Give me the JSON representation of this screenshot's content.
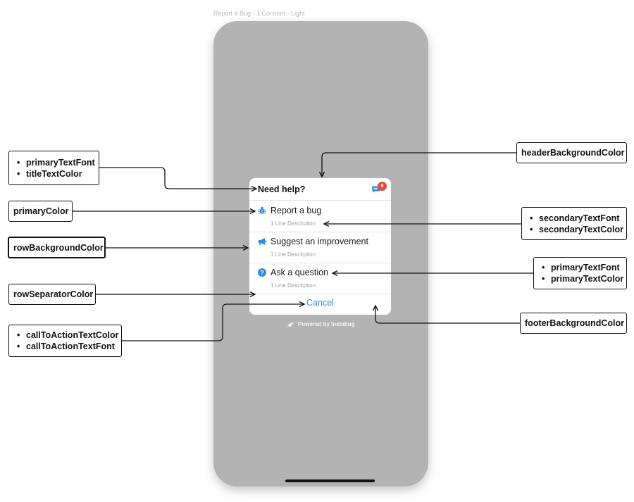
{
  "frame_title": "Report a Bug - 1 Consent - Light",
  "dialog": {
    "title": "Need help?",
    "badge_count": "9",
    "rows": [
      {
        "icon": "bug-icon",
        "title": "Report a bug",
        "description": "1 Line Descirption"
      },
      {
        "icon": "megaphone-icon",
        "title": "Suggest an improvement",
        "description": "1 Line Descirption"
      },
      {
        "icon": "question-icon",
        "title": "Ask a question",
        "description": "1 Line Descirption"
      }
    ],
    "cancel_label": "Cancel",
    "powered_by": "Powered by Instabug"
  },
  "callouts": {
    "primary_text_font": "primaryTextFont",
    "title_text_color": "titleTextColor",
    "primary_color": "primaryColor",
    "row_background_color": "rowBackgroundColor",
    "row_separator_color": "rowSeparatorColor",
    "call_to_action_text_color": "callToActionTextColor",
    "call_to_action_text_font": "callToActionTextFont",
    "header_background_color": "headerBackgroundColor",
    "secondary_text_font": "secondaryTextFont",
    "secondary_text_color": "secondaryTextColor",
    "primary_text_font_2": "primaryTextFont",
    "primary_text_color": "primaryTextColor",
    "footer_background_color": "footerBackgroundColor"
  },
  "colors": {
    "accent": "#2f8ed8",
    "badge": "#e04a3f",
    "phone_background": "#b3b3b3"
  }
}
